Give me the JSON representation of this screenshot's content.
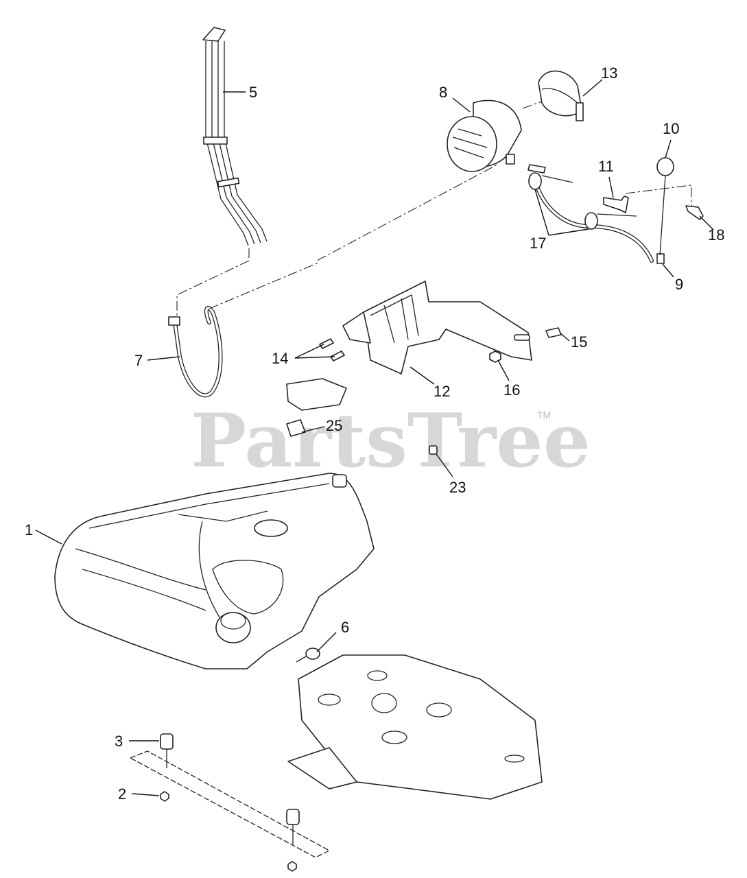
{
  "watermark": {
    "text": "PartsTree",
    "trademark": "TM"
  },
  "callouts": {
    "c1": "1",
    "c2": "2",
    "c3": "3",
    "c5": "5",
    "c6": "6",
    "c7": "7",
    "c8": "8",
    "c9": "9",
    "c10": "10",
    "c11": "11",
    "c12": "12",
    "c13": "13",
    "c14": "14",
    "c15": "15",
    "c16": "16",
    "c17": "17",
    "c18": "18",
    "c23": "23",
    "c25": "25"
  }
}
